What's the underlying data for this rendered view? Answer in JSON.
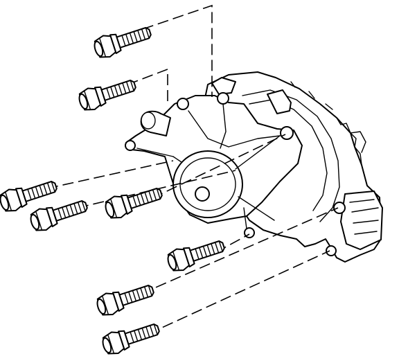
{
  "diagram": {
    "subject": "water-pump",
    "bolts": [
      {
        "id": "bolt-1"
      },
      {
        "id": "bolt-2"
      },
      {
        "id": "bolt-3"
      },
      {
        "id": "bolt-4"
      },
      {
        "id": "bolt-5"
      },
      {
        "id": "bolt-6"
      },
      {
        "id": "bolt-7"
      },
      {
        "id": "bolt-8"
      }
    ]
  }
}
